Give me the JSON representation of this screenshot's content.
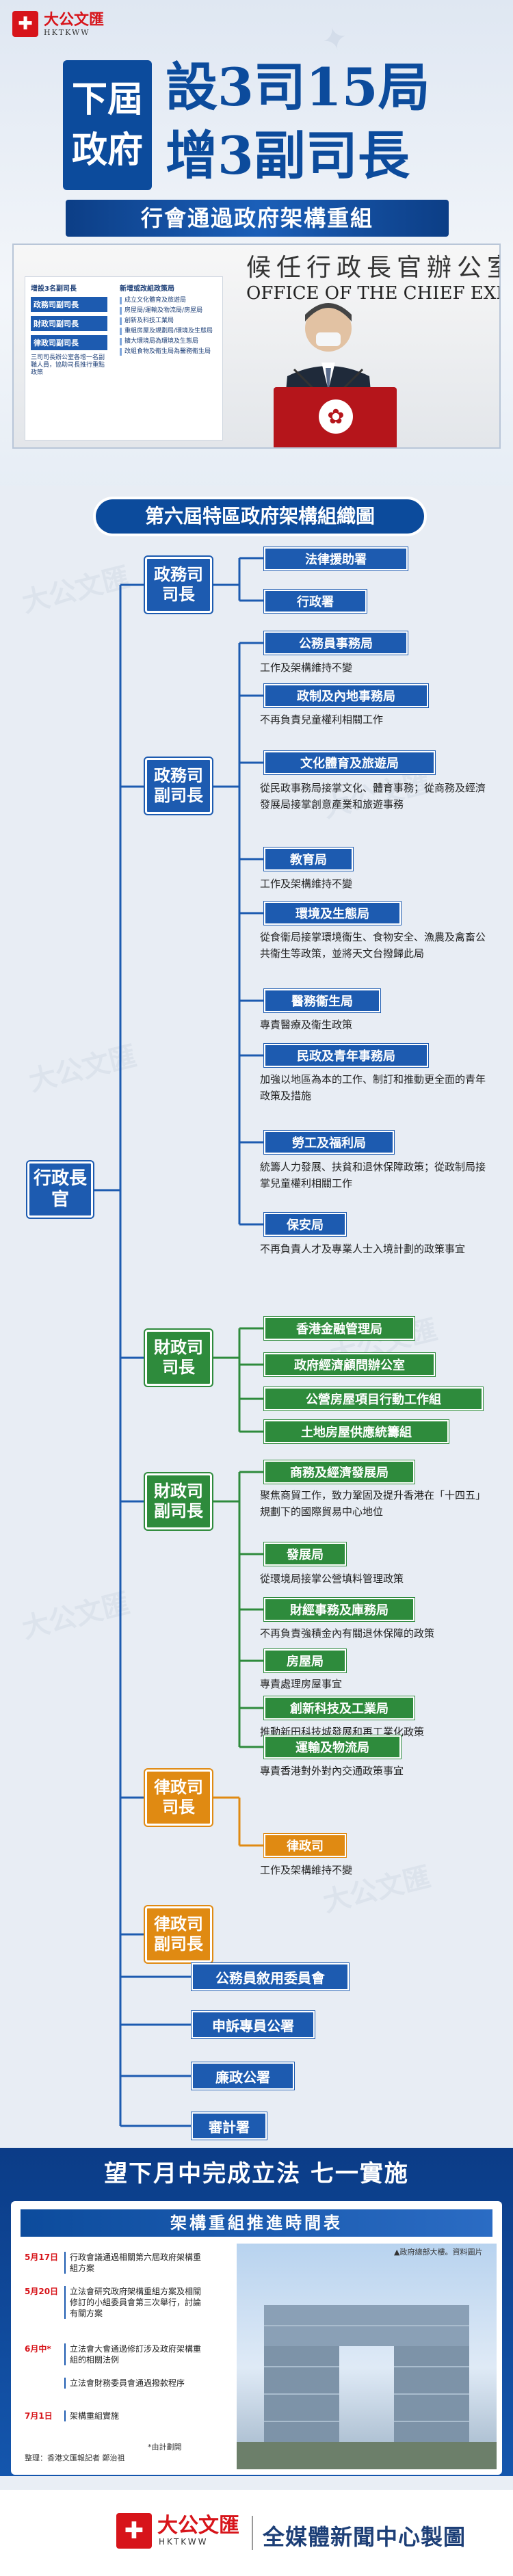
{
  "brand": {
    "name_cn": "大公文匯",
    "name_en": "HKTKWW"
  },
  "header": {
    "title_left": [
      "下屆",
      "政府"
    ],
    "title_right": [
      "設3司15局",
      "增3副司長"
    ],
    "subtitle": "行會通過政府架構重組",
    "photo": {
      "office_cn": "候任行政長官辦公室",
      "office_en": "OFFICE OF THE CHIEF EXECUTIVE-ELECT",
      "inset": {
        "left_heading": "增設3名副司長",
        "left_boxes": [
          "政務司副司長",
          "財政司副司長",
          "律政司副司長"
        ],
        "left_note": "三司司長辦公室各增一名副職人員，協助司長推行重點政策",
        "right_heading": "新增或改組政策局",
        "right_lines": [
          "成立文化體育及旅遊局",
          "房屋局/運輸及物流局/房屋局",
          "創新及科技工業局",
          "重組房屋及規劃局/環境及生態局",
          "擴大環境局為環境及生態局",
          "改組食物及衞生局為醫務衞生局"
        ]
      }
    }
  },
  "org_chart": {
    "title": "第六屆特區政府架構組織圖",
    "chief_executive": "行政長官",
    "cs": {
      "label": "政務司司長",
      "units": [
        "法律援助署",
        "行政署"
      ]
    },
    "dcs": {
      "label": "政務司副司長",
      "bureaus": [
        {
          "name": "公務員事務局",
          "desc": "工作及架構維持不變"
        },
        {
          "name": "政制及內地事務局",
          "desc": "不再負責兒童權利相關工作"
        },
        {
          "name": "文化體育及旅遊局",
          "desc": "從民政事務局接掌文化、體育事務；從商務及經濟發展局接掌創意產業和旅遊事務"
        },
        {
          "name": "教育局",
          "desc": "工作及架構維持不變"
        },
        {
          "name": "環境及生態局",
          "desc": "從食衞局接掌環境衞生、食物安全、漁農及禽畜公共衞生等政策，並將天文台撥歸此局"
        },
        {
          "name": "醫務衞生局",
          "desc": "專責醫療及衞生政策"
        },
        {
          "name": "民政及青年事務局",
          "desc": "加強以地區為本的工作、制訂和推動更全面的青年政策及措施"
        },
        {
          "name": "勞工及福利局",
          "desc": "統籌人力發展、扶貧和退休保障政策；從政制局接掌兒童權利相關工作"
        },
        {
          "name": "保安局",
          "desc": "不再負責人才及專業人士入境計劃的政策事宜"
        }
      ]
    },
    "fs": {
      "label": "財政司司長",
      "units": [
        "香港金融管理局",
        "政府經濟顧問辦公室",
        "公營房屋項目行動工作組",
        "土地房屋供應統籌組"
      ]
    },
    "dfs": {
      "label": "財政司副司長",
      "bureaus": [
        {
          "name": "商務及經濟發展局",
          "desc": "聚焦商貿工作，致力鞏固及提升香港在「十四五」規劃下的國際貿易中心地位"
        },
        {
          "name": "發展局",
          "desc": "從環境局接掌公營填料管理政策"
        },
        {
          "name": "財經事務及庫務局",
          "desc": "不再負責強積金內有關退休保障的政策"
        },
        {
          "name": "房屋局",
          "desc": "專責處理房屋事宜"
        },
        {
          "name": "創新科技及工業局",
          "desc": "推動新田科技城發展和再工業化政策"
        },
        {
          "name": "運輸及物流局",
          "desc": "專責香港對外對內交通政策事宜"
        }
      ]
    },
    "sj": {
      "label": "律政司司長",
      "units": [
        {
          "name": "律政司",
          "desc": "工作及架構維持不變"
        }
      ]
    },
    "dsj": {
      "label": "律政司副司長"
    },
    "independent": [
      "公務員敘用委員會",
      "申訴專員公署",
      "廉政公署",
      "審計署"
    ]
  },
  "timeline": {
    "banner": "望下月中完成立法 七一實施",
    "heading": "架構重組推進時間表",
    "photo_note": "▲政府總部大樓。資料圖片",
    "items": [
      {
        "date": "5月17日",
        "text": "行政會議通過相關第六屆政府架構重組方案"
      },
      {
        "date": "5月20日",
        "text": "立法會研究政府架構重組方案及相關修訂的小組委員會第三次舉行，討論有關方案"
      },
      {
        "date": "6月中*",
        "text": "立法會大會通過修訂涉及政府架構重組的相關法例"
      },
      {
        "date": "",
        "text": "立法會財務委員會通過撥款程序"
      },
      {
        "date": "7月1日",
        "text": "架構重組實施"
      }
    ],
    "footnote": "*由計劃開",
    "credit": "整理：香港文匯報記者 鄭治祖"
  },
  "footer": {
    "text": "全媒體新聞中心製圖"
  }
}
